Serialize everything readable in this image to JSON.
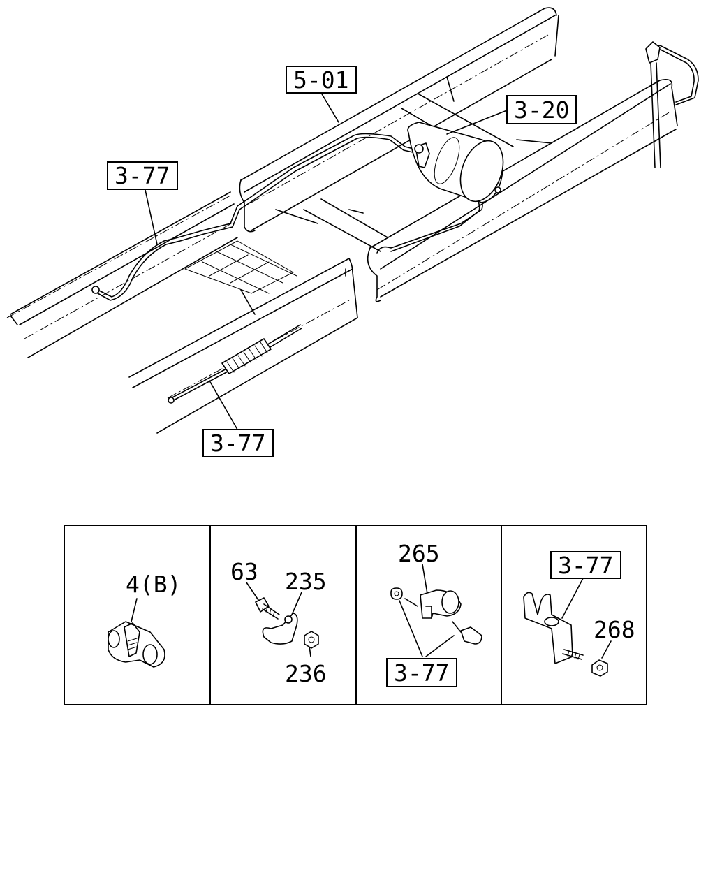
{
  "callouts": {
    "frame": "5-01",
    "air_tank": "3-20",
    "pipe_left": "3-77",
    "pipe_lower": "3-77"
  },
  "panels": [
    {
      "labels": [
        "4(B)"
      ]
    },
    {
      "labels": [
        "63",
        "235",
        "236"
      ]
    },
    {
      "labels": [
        "265",
        "3-77"
      ]
    },
    {
      "labels": [
        "3-77",
        "268"
      ]
    }
  ]
}
